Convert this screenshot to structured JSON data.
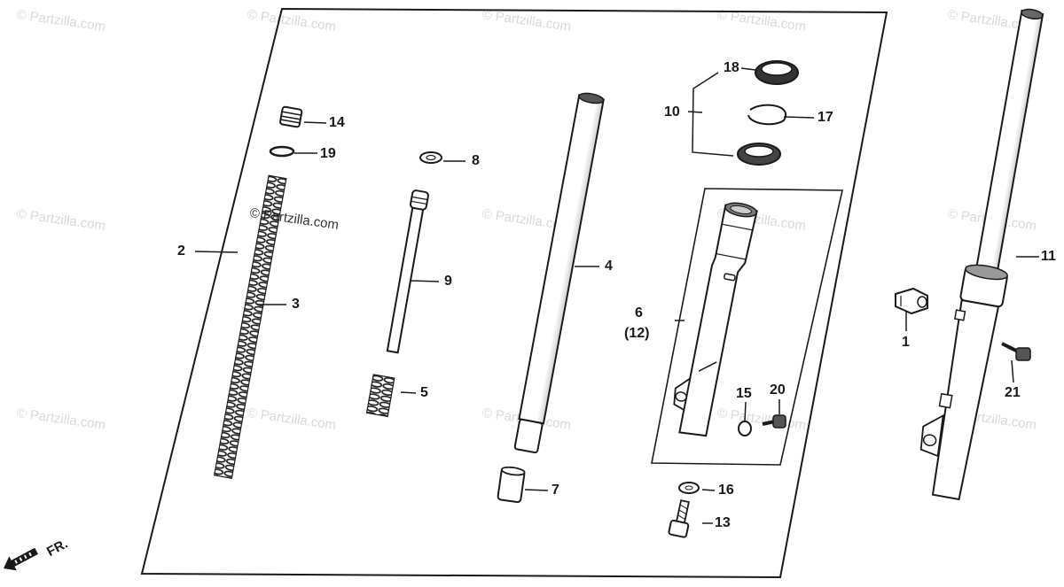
{
  "watermark": "© Partzilla.com",
  "front_label": "FR.",
  "callouts": {
    "p1": "1",
    "p2": "2",
    "p3": "3",
    "p4": "4",
    "p5": "5",
    "p6": "6",
    "p6_alt": "(12)",
    "p7": "7",
    "p8": "8",
    "p9": "9",
    "p10": "10",
    "p11": "11",
    "p13": "13",
    "p14": "14",
    "p15": "15",
    "p16": "16",
    "p17": "17",
    "p18": "18",
    "p19": "19",
    "p20": "20",
    "p21": "21"
  },
  "colors": {
    "ink": "#1a1a1a",
    "watermark": "#d9d9d9",
    "paper": "#ffffff"
  }
}
